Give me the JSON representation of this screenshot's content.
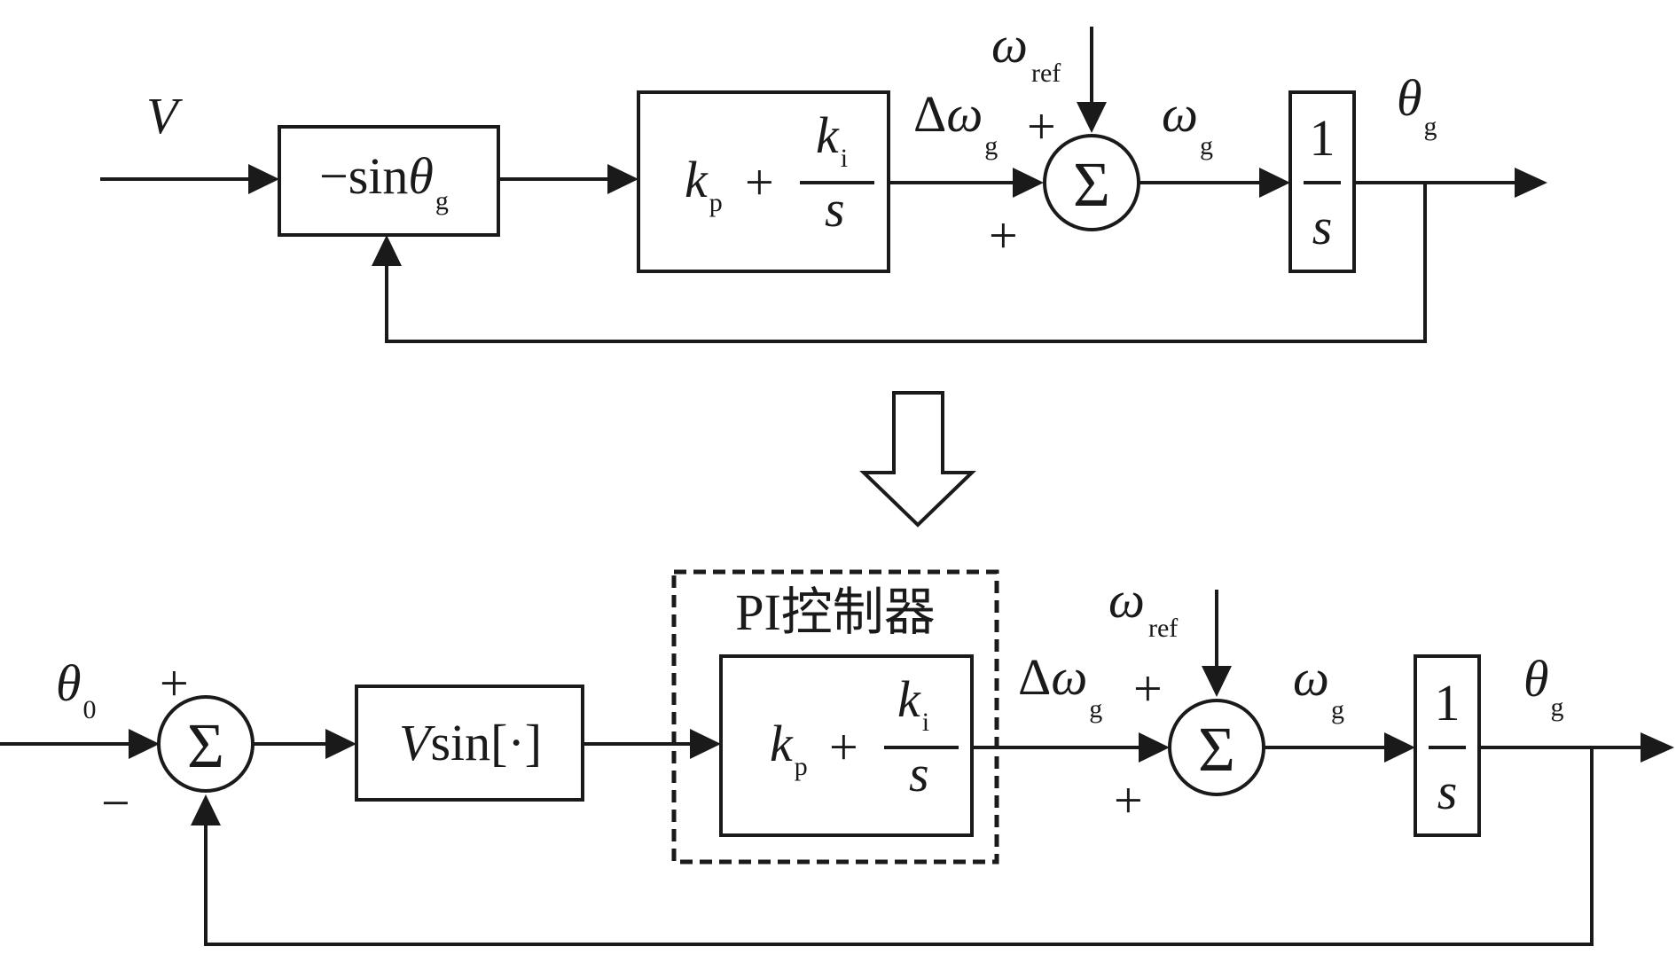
{
  "top": {
    "input": "V",
    "nonlinear_block": {
      "minus": "−",
      "fn": "sin",
      "var": "θ",
      "sub": "g"
    },
    "pi_block": {
      "kp": "k",
      "kp_sub": "p",
      "plus": "+",
      "ki": "k",
      "ki_sub": "i",
      "s": "s"
    },
    "delta_omega": {
      "delta": "Δ",
      "omega": "ω",
      "sub": "g"
    },
    "omega_ref": {
      "omega": "ω",
      "sub": "ref"
    },
    "sum": {
      "symbol": "Σ",
      "sign_top": "+",
      "sign_left": "+"
    },
    "omega_g": {
      "omega": "ω",
      "sub": "g"
    },
    "integrator": {
      "num": "1",
      "den": "s"
    },
    "output": {
      "var": "θ",
      "sub": "g"
    }
  },
  "bottom": {
    "input": {
      "var": "θ",
      "sub": "0"
    },
    "sum1": {
      "symbol": "Σ",
      "sign_top": "+",
      "sign_bottom": "−"
    },
    "nonlinear_block": {
      "V": "V",
      "fn": "sin[·]"
    },
    "pi_controller_label": "PI控制器",
    "pi_block": {
      "kp": "k",
      "kp_sub": "p",
      "plus": "+",
      "ki": "k",
      "ki_sub": "i",
      "s": "s"
    },
    "delta_omega": {
      "delta": "Δ",
      "omega": "ω",
      "sub": "g"
    },
    "omega_ref": {
      "omega": "ω",
      "sub": "ref"
    },
    "sum2": {
      "symbol": "Σ",
      "sign_top": "+",
      "sign_left": "+"
    },
    "omega_g": {
      "omega": "ω",
      "sub": "g"
    },
    "integrator": {
      "num": "1",
      "den": "s"
    },
    "output": {
      "var": "θ",
      "sub": "g"
    }
  }
}
